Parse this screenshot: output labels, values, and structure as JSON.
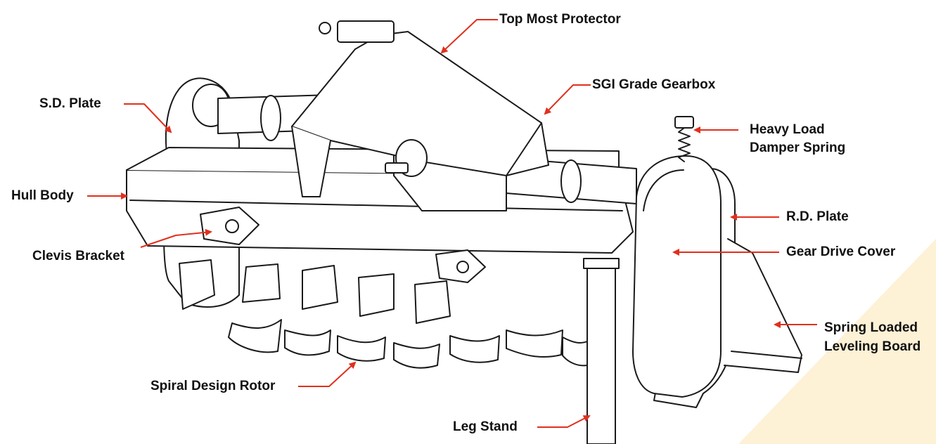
{
  "colors": {
    "arrow": "#e0301e",
    "ink": "#111111",
    "accent_triangle": "#fdf1d6"
  },
  "labels": {
    "top_most_protector": "Top Most Protector",
    "sgi_grade_gearbox": "SGI Grade Gearbox",
    "sd_plate": "S.D. Plate",
    "heavy_load_damper_spring_line1": "Heavy Load",
    "heavy_load_damper_spring_line2": "Damper Spring",
    "hull_body": "Hull Body",
    "rd_plate": "R.D. Plate",
    "clevis_bracket": "Clevis Bracket",
    "gear_drive_cover": "Gear Drive Cover",
    "spring_loaded_leveling_board_line1": "Spring Loaded",
    "spring_loaded_leveling_board_line2": "Leveling Board",
    "spiral_design_rotor": "Spiral Design Rotor",
    "leg_stand": "Leg Stand"
  }
}
